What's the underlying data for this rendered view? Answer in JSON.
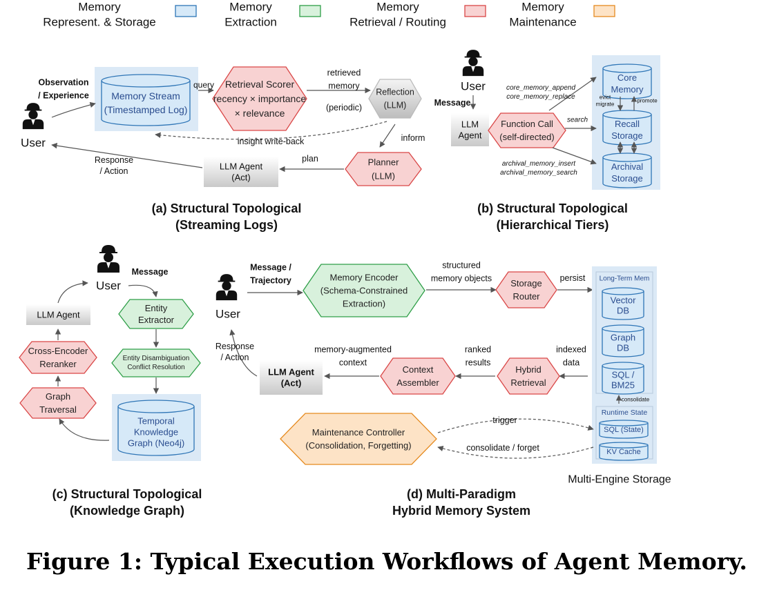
{
  "legend": [
    {
      "lines": [
        "Memory",
        "Represent. & Storage"
      ],
      "fill": "#d6e9f8",
      "stroke": "#2e75b6"
    },
    {
      "lines": [
        "Memory",
        "Extraction"
      ],
      "fill": "#d8f1dc",
      "stroke": "#2e9e47"
    },
    {
      "lines": [
        "Memory",
        "Retrieval / Routing"
      ],
      "fill": "#f8d2d2",
      "stroke": "#d94646"
    },
    {
      "lines": [
        "Memory",
        "Maintenance"
      ],
      "fill": "#fde3c6",
      "stroke": "#e58a1f"
    }
  ],
  "colors": {
    "storage_fill": "#d6e9f8",
    "storage_stroke": "#2e75b6",
    "extract_fill": "#d8f1dc",
    "extract_stroke": "#2e9e47",
    "retrieval_fill": "#f8d2d2",
    "retrieval_stroke": "#d94646",
    "maint_fill": "#fde3c6",
    "maint_stroke": "#e58a1f",
    "panel_fill": "#dbe9f6",
    "text_blue": "#2a4d8f",
    "arrow": "#555555"
  },
  "icons": {
    "user": "user-icon"
  },
  "panel_a": {
    "observation": [
      "Observation",
      "/ Experience"
    ],
    "user": "User",
    "memory_stream": [
      "Memory Stream",
      "(Timestamped Log)"
    ],
    "query": "query",
    "retrieval_scorer": [
      "Retrieval Scorer",
      "recency × importance",
      "× relevance"
    ],
    "retrieved_memory": [
      "retrieved",
      "memory"
    ],
    "periodic": "(periodic)",
    "reflection": [
      "Reflection",
      "(LLM)"
    ],
    "inform": "inform",
    "insight": "insight write-back",
    "planner": [
      "Planner",
      "(LLM)"
    ],
    "plan": "plan",
    "llm_agent": [
      "LLM Agent",
      "(Act)"
    ],
    "response": [
      "Response",
      "/ Action"
    ],
    "title": [
      "(a) Structural Topological",
      "(Streaming Logs)"
    ]
  },
  "panel_b": {
    "user": "User",
    "message": "Message",
    "llm_agent": [
      "LLM",
      "Agent"
    ],
    "function_call": [
      "Function Call",
      "(self-directed)"
    ],
    "core_ops": [
      "core_memory_append",
      "core_memory_replace"
    ],
    "search": "search",
    "archival_ops": [
      "archival_memory_insert",
      "archival_memory_search"
    ],
    "core_memory": [
      "Core",
      "Memory"
    ],
    "recall_storage": [
      "Recall",
      "Storage"
    ],
    "archival_storage": [
      "Archival",
      "Storage"
    ],
    "evict": [
      "evict",
      "migrate"
    ],
    "promote": "promote",
    "title": [
      "(b) Structural Topological",
      "(Hierarchical Tiers)"
    ]
  },
  "panel_c": {
    "user": "User",
    "message": "Message",
    "llm_agent": "LLM Agent",
    "entity_extractor": [
      "Entity",
      "Extractor"
    ],
    "entity_disambiguation": [
      "Entity Disambiguation",
      "Conflict Resolution"
    ],
    "cross_encoder": [
      "Cross-Encoder",
      "Reranker"
    ],
    "graph_traversal": [
      "Graph",
      "Traversal"
    ],
    "temporal_kg": [
      "Temporal",
      "Knowledge",
      "Graph (Neo4j)"
    ],
    "title": [
      "(c) Structural Topological",
      "(Knowledge Graph)"
    ]
  },
  "panel_d": {
    "user": "User",
    "message_trajectory": [
      "Message /",
      "Trajectory"
    ],
    "memory_encoder": [
      "Memory Encoder",
      "(Schema-Constrained",
      "Extraction)"
    ],
    "structured": [
      "structured",
      "memory objects"
    ],
    "storage_router": [
      "Storage",
      "Router"
    ],
    "persist": "persist",
    "long_term": "Long-Term Mem",
    "vector_db": [
      "Vector",
      "DB"
    ],
    "graph_db": [
      "Graph",
      "DB"
    ],
    "sql_bm25": [
      "SQL /",
      "BM25"
    ],
    "consolidate_small": "consolidate",
    "runtime_state": "Runtime State",
    "sql_state": "SQL (State)",
    "kv_cache": "KV Cache",
    "indexed": [
      "indexed",
      "data"
    ],
    "hybrid_retrieval": [
      "Hybrid",
      "Retrieval"
    ],
    "ranked": [
      "ranked",
      "results"
    ],
    "context_assembler": [
      "Context",
      "Assembler"
    ],
    "augmented": [
      "memory-augmented",
      "context"
    ],
    "llm_agent": [
      "LLM Agent",
      "(Act)"
    ],
    "response": [
      "Response",
      "/ Action"
    ],
    "maintenance": [
      "Maintenance Controller",
      "(Consolidation, Forgetting)"
    ],
    "trigger": "trigger",
    "consolidate_forget": "consolidate / forget",
    "multi_engine": "Multi-Engine Storage",
    "title": [
      "(d) Multi-Paradigm",
      "Hybrid Memory System"
    ]
  },
  "caption": "Figure 1: Typical Execution Workflows of Agent Memory."
}
